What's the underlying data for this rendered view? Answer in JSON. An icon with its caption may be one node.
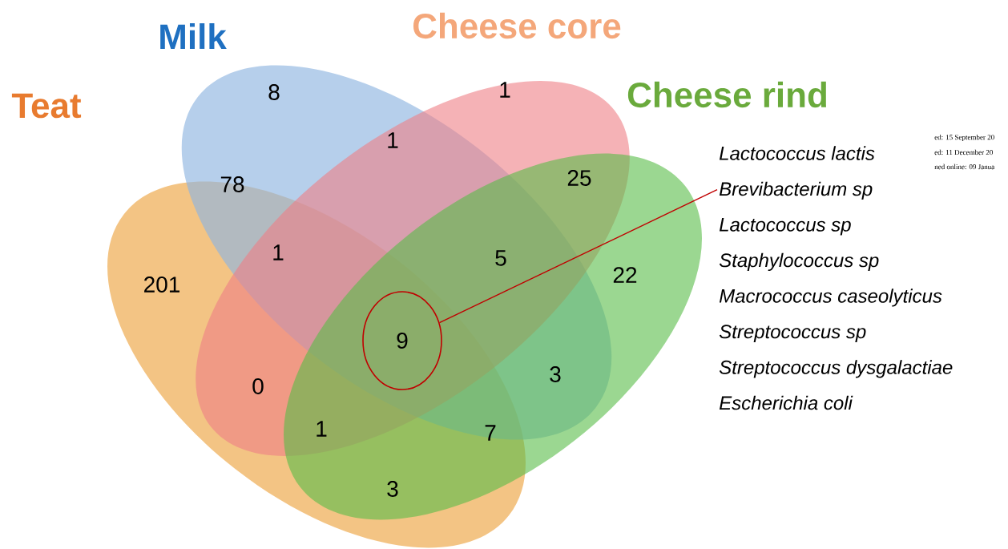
{
  "diagram": {
    "nodes": [
      {
        "text": [
          "9"
        ]
      },
      {
        "text": [
          "Lactococcus lactis",
          "Brevibacterium sp",
          "Lactococcus sp",
          "Staphylococcus sp",
          "Macrococcus caseolyticus",
          "Streptococcus sp",
          "Streptococcus dysgalactiae",
          "Escherichia coli"
        ]
      }
    ],
    "edges": [
      {
        "from": 0,
        "to": 1,
        "arrow": "none",
        "color": "#c00000"
      }
    ],
    "labels": [
      "Milk",
      "Cheese core",
      "Cheese rind",
      "Teat",
      "8",
      "1",
      "1",
      "78",
      "25",
      "1",
      "5",
      "22",
      "201",
      "3",
      "0",
      "1",
      "7",
      "3",
      "ed: 15 September 20",
      "ed: 11 December 20",
      "ned online: 09 Janua"
    ]
  }
}
